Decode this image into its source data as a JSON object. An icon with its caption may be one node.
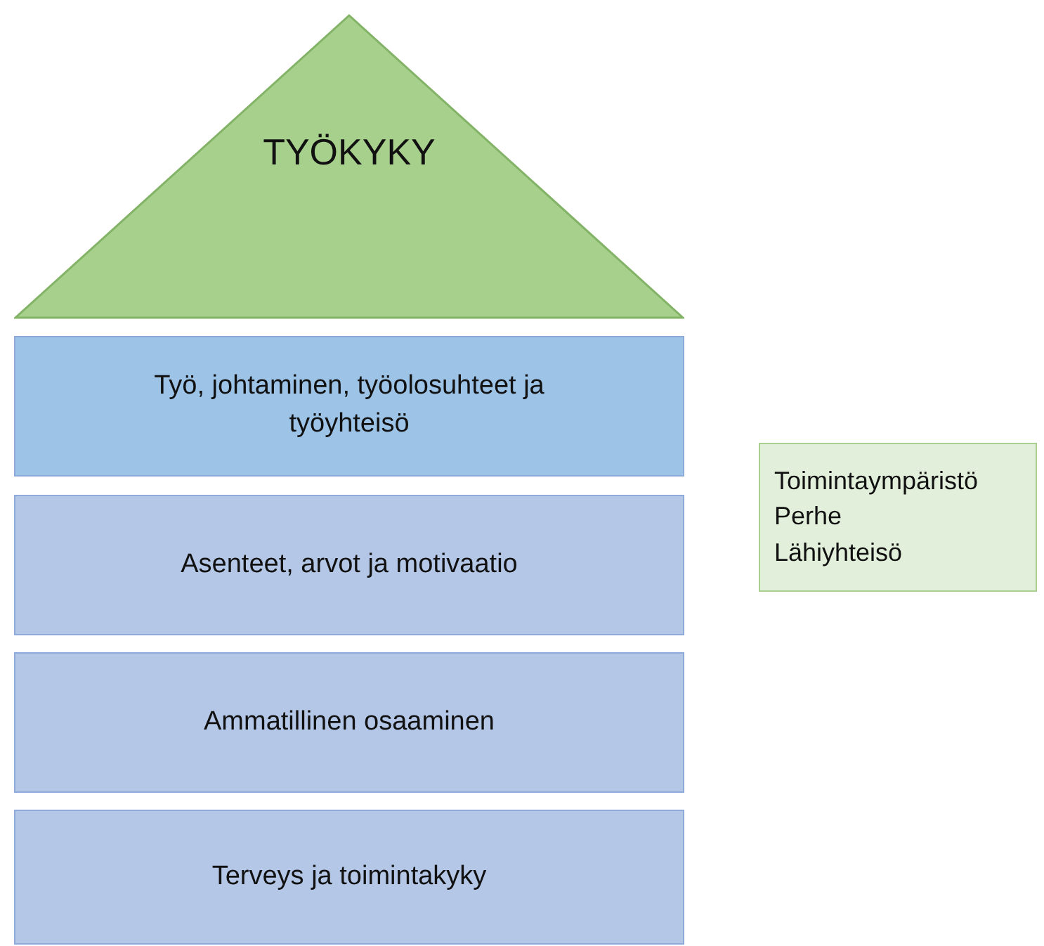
{
  "diagram": {
    "nodes": [
      {
        "text": [
          "TYÖKYKY"
        ]
      },
      {
        "text": [
          "Työ, johtaminen, työolosuhteet ja työyhteisö"
        ]
      },
      {
        "text": [
          "Asenteet, arvot ja motivaatio"
        ]
      },
      {
        "text": [
          "Ammatillinen osaaminen"
        ]
      },
      {
        "text": [
          "Terveys ja toimintakyky"
        ]
      },
      {
        "text": [
          "Toimintaympäristö",
          "Perhe",
          "Lähiyhteisö"
        ]
      }
    ]
  }
}
